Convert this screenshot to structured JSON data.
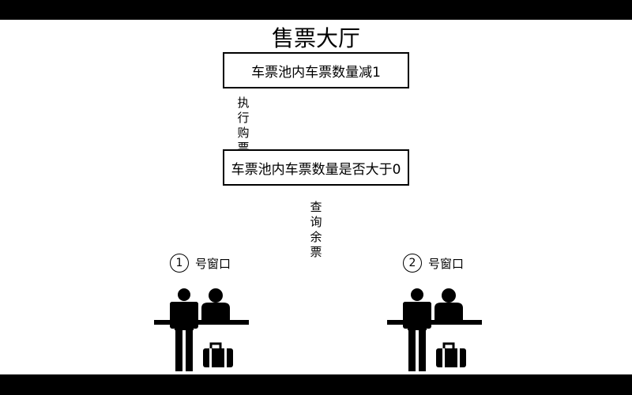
{
  "title": "售票大厅",
  "boxes": {
    "top": "车票池内车票数量减1",
    "bottom": "车票池内车票数量是否大于0"
  },
  "labels": {
    "execute": "执行购票",
    "query": "查询余票"
  },
  "windows": [
    {
      "number": "1",
      "label": "号窗口"
    },
    {
      "number": "2",
      "label": "号窗口"
    }
  ],
  "icons": [
    "person-icon",
    "clerk-icon",
    "counter-icon",
    "luggage-icon"
  ],
  "colors": {
    "background": "#ffffff",
    "ink": "#000000"
  }
}
